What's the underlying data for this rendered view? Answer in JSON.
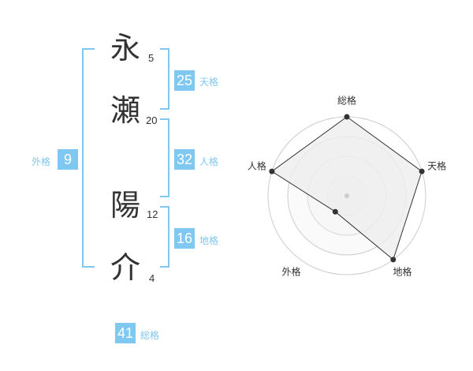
{
  "name": {
    "chars": [
      {
        "char": "永",
        "strokes": "5"
      },
      {
        "char": "瀬",
        "strokes": "20"
      },
      {
        "char": "陽",
        "strokes": "12"
      },
      {
        "char": "介",
        "strokes": "4"
      }
    ]
  },
  "fortunes": {
    "ten": {
      "value": "25",
      "label": "天格"
    },
    "jin": {
      "value": "32",
      "label": "人格"
    },
    "chi": {
      "value": "16",
      "label": "地格"
    },
    "gai": {
      "value": "9",
      "label": "外格"
    },
    "total": {
      "value": "41",
      "label": "総格"
    }
  },
  "chart_data": {
    "type": "radar",
    "axes": [
      "総格",
      "天格",
      "地格",
      "外格",
      "人格"
    ],
    "values": [
      4,
      4,
      4,
      1,
      4
    ],
    "range": [
      0,
      4
    ],
    "rings": 4,
    "colors": {
      "fill": "#eeeeee",
      "line": "#333333",
      "ring": "#cccccc",
      "accent": "#7ec8f2"
    }
  }
}
